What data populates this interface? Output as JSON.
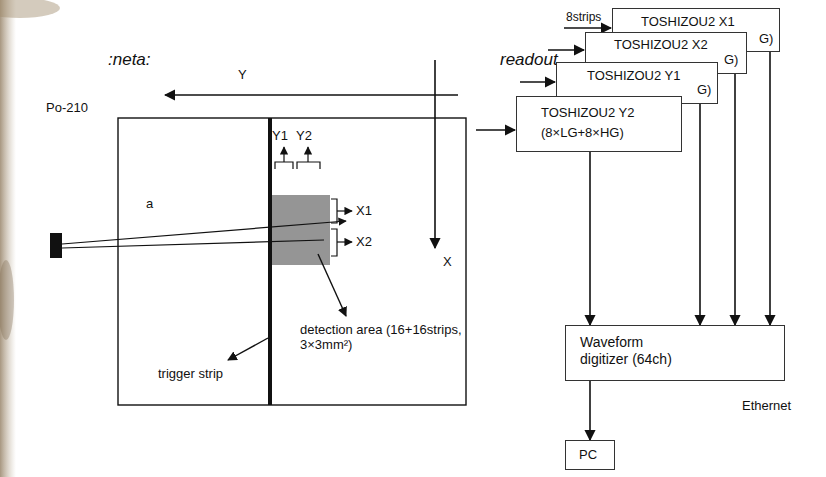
{
  "diagram": {
    "nodes": [
      {
        "text": [
          "TOSHIZOU2 X1",
          "G)"
        ]
      },
      {
        "text": [
          "TOSHIZOU2 X2",
          "G)"
        ]
      },
      {
        "text": [
          "TOSHIZOU2 Y1",
          "G)"
        ]
      },
      {
        "text": [
          "TOSHIZOU2 Y2",
          "(8×LG+8×HG)"
        ]
      },
      {
        "text": [
          "Waveform digitizer (64ch)"
        ]
      },
      {
        "text": [
          "PC"
        ]
      }
    ],
    "edges": [
      {
        "from": 0,
        "to": 4,
        "arrow": "to"
      },
      {
        "from": 1,
        "to": 4,
        "arrow": "to"
      },
      {
        "from": 2,
        "to": 4,
        "arrow": "to"
      },
      {
        "from": 3,
        "to": 4,
        "arrow": "to"
      },
      {
        "from": 4,
        "to": 5,
        "arrow": "to"
      }
    ],
    "labels": [
      ":neta:",
      "readout",
      "Y",
      "Po-210",
      "a",
      "Y1",
      "Y2",
      "X1",
      "X2",
      "X",
      "8strips",
      "trigger strip",
      "detection area (16+16strips, 3×3mm²)",
      "Ethernet"
    ]
  }
}
